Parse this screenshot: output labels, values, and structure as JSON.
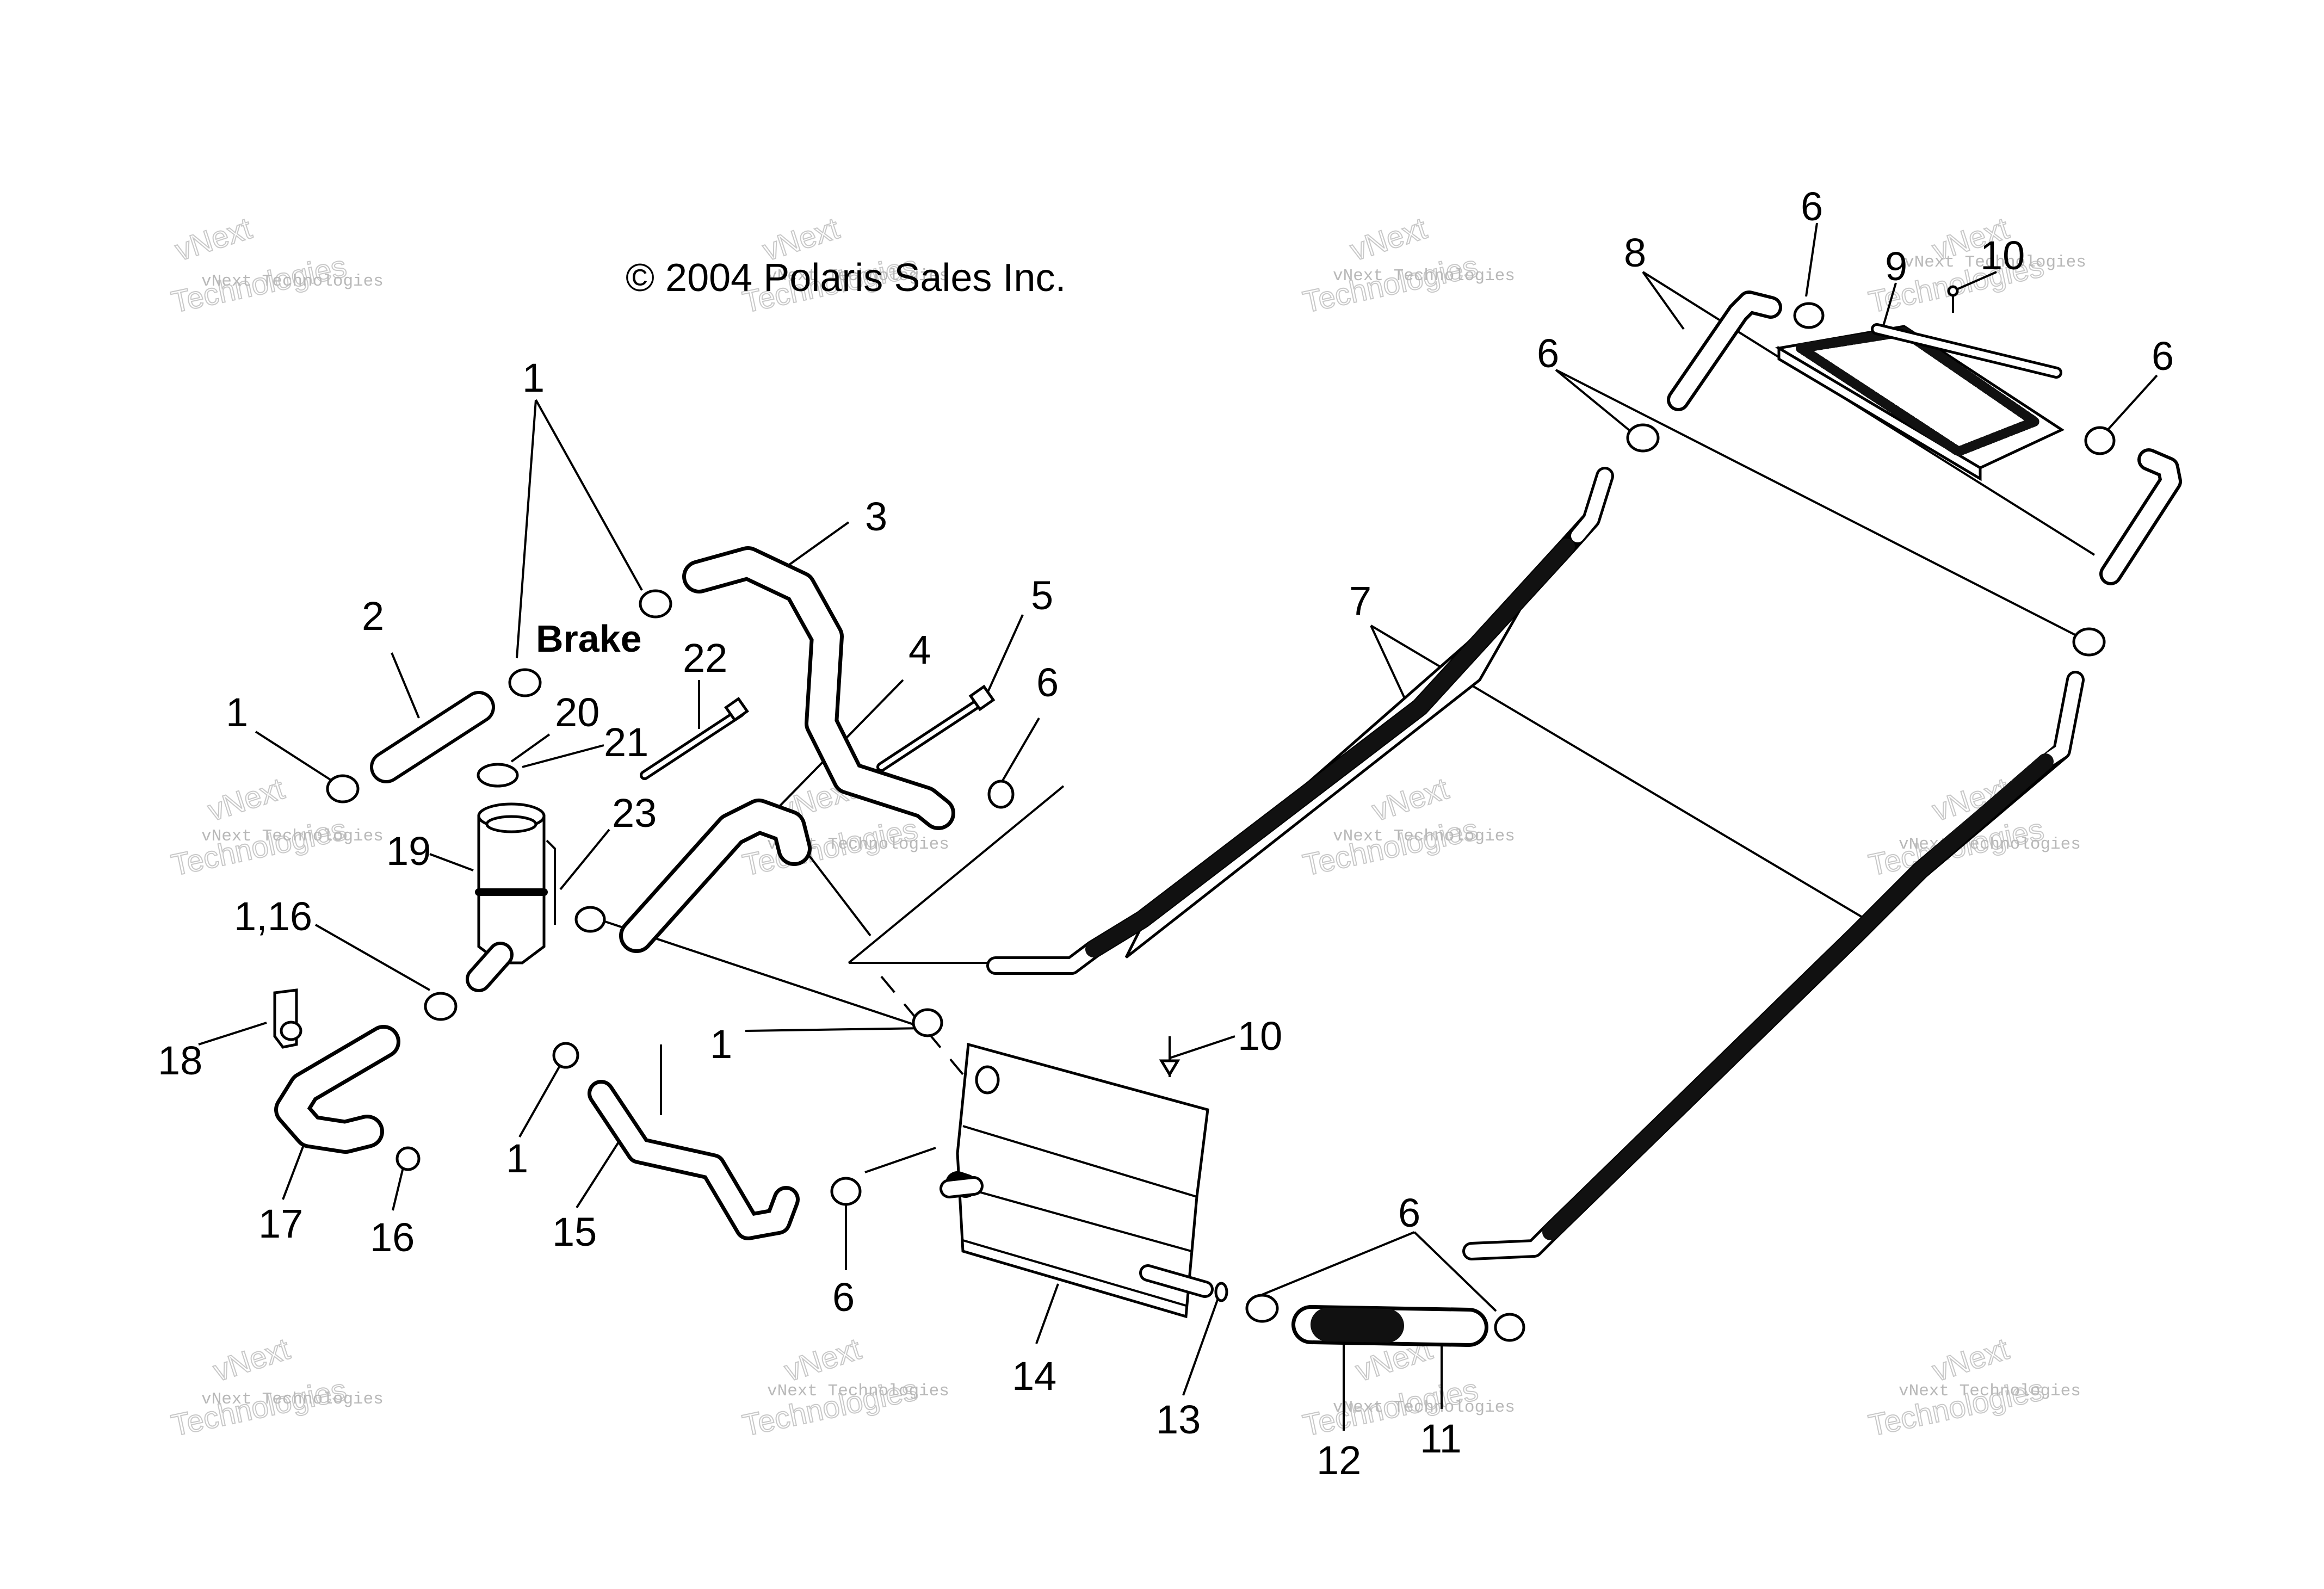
{
  "diagram": {
    "copyright": "© 2004 Polaris Sales Inc.",
    "brake_label": "Brake",
    "watermark": {
      "small": "vNext Technologies",
      "big_line1": "vNext",
      "big_line2": "Technologies"
    },
    "callouts": {
      "c1a": "1",
      "c1b": "1",
      "c1c": "1",
      "c1d": "1",
      "c1_16": "1,16",
      "c2": "2",
      "c3": "3",
      "c4": "4",
      "c5": "5",
      "c6a": "6",
      "c6b": "6",
      "c6c": "6",
      "c6d": "6",
      "c6e": "6",
      "c6f": "6",
      "c7": "7",
      "c8": "8",
      "c9": "9",
      "c10a": "10",
      "c10b": "10",
      "c11": "11",
      "c12": "12",
      "c13": "13",
      "c14": "14",
      "c15": "15",
      "c16": "16",
      "c17": "17",
      "c18": "18",
      "c19": "19",
      "c20": "20",
      "c21": "21",
      "c22": "22",
      "c23": "23"
    }
  }
}
